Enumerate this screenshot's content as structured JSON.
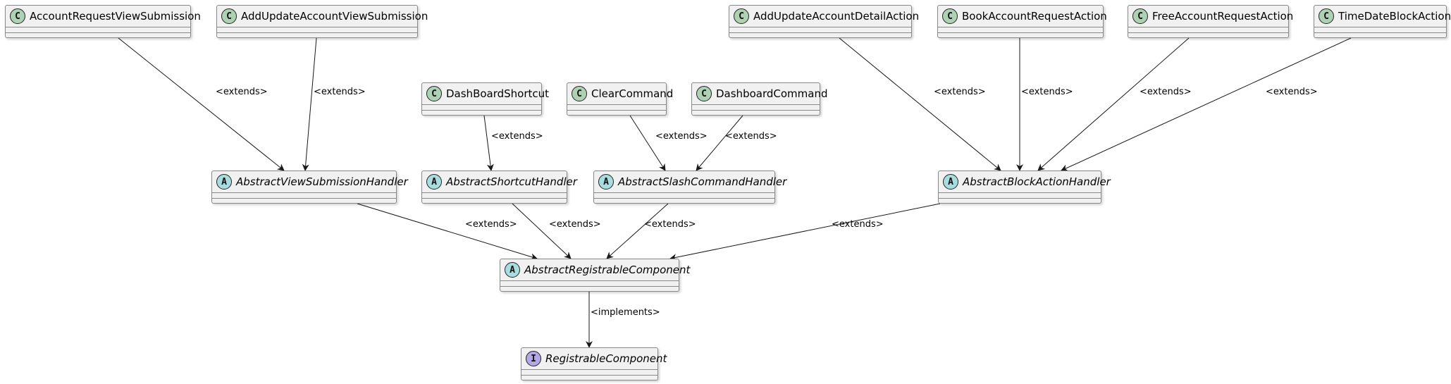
{
  "colors": {
    "class_badge": "#add1b2",
    "abstract_badge": "#a9dcdf",
    "interface_badge": "#b4a7e5",
    "box_fill": "#f1f1f1",
    "box_border": "#888888",
    "edge": "#181818"
  },
  "nodes": [
    {
      "id": "n_arvs",
      "kind": "class",
      "badge": "C",
      "name": "AccountRequestViewSubmission"
    },
    {
      "id": "n_auavs",
      "kind": "class",
      "badge": "C",
      "name": "AddUpdateAccountViewSubmission"
    },
    {
      "id": "n_auada",
      "kind": "class",
      "badge": "C",
      "name": "AddUpdateAccountDetailAction"
    },
    {
      "id": "n_bara",
      "kind": "class",
      "badge": "C",
      "name": "BookAccountRequestAction"
    },
    {
      "id": "n_fara",
      "kind": "class",
      "badge": "C",
      "name": "FreeAccountRequestAction"
    },
    {
      "id": "n_tdba",
      "kind": "class",
      "badge": "C",
      "name": "TimeDateBlockAction"
    },
    {
      "id": "n_dbs",
      "kind": "class",
      "badge": "C",
      "name": "DashBoardShortcut"
    },
    {
      "id": "n_cc",
      "kind": "class",
      "badge": "C",
      "name": "ClearCommand"
    },
    {
      "id": "n_dc",
      "kind": "class",
      "badge": "C",
      "name": "DashboardCommand"
    },
    {
      "id": "n_avsh",
      "kind": "abstract",
      "badge": "A",
      "name": "AbstractViewSubmissionHandler"
    },
    {
      "id": "n_ash",
      "kind": "abstract",
      "badge": "A",
      "name": "AbstractShortcutHandler"
    },
    {
      "id": "n_asch",
      "kind": "abstract",
      "badge": "A",
      "name": "AbstractSlashCommandHandler"
    },
    {
      "id": "n_abah",
      "kind": "abstract",
      "badge": "A",
      "name": "AbstractBlockActionHandler"
    },
    {
      "id": "n_arc",
      "kind": "abstract",
      "badge": "A",
      "name": "AbstractRegistrableComponent"
    },
    {
      "id": "n_rc",
      "kind": "interface",
      "badge": "I",
      "name": "RegistrableComponent"
    }
  ],
  "edges": [
    {
      "from": "n_arvs",
      "to": "n_avsh",
      "label": "<extends>"
    },
    {
      "from": "n_auavs",
      "to": "n_avsh",
      "label": "<extends>"
    },
    {
      "from": "n_dbs",
      "to": "n_ash",
      "label": "<extends>"
    },
    {
      "from": "n_cc",
      "to": "n_asch",
      "label": "<extends>"
    },
    {
      "from": "n_dc",
      "to": "n_asch",
      "label": "<extends>"
    },
    {
      "from": "n_auada",
      "to": "n_abah",
      "label": "<extends>"
    },
    {
      "from": "n_bara",
      "to": "n_abah",
      "label": "<extends>"
    },
    {
      "from": "n_fara",
      "to": "n_abah",
      "label": "<extends>"
    },
    {
      "from": "n_tdba",
      "to": "n_abah",
      "label": "<extends>"
    },
    {
      "from": "n_avsh",
      "to": "n_arc",
      "label": "<extends>"
    },
    {
      "from": "n_ash",
      "to": "n_arc",
      "label": "<extends>"
    },
    {
      "from": "n_asch",
      "to": "n_arc",
      "label": "<extends>"
    },
    {
      "from": "n_abah",
      "to": "n_arc",
      "label": "<extends>"
    },
    {
      "from": "n_arc",
      "to": "n_rc",
      "label": "<implements>"
    }
  ]
}
